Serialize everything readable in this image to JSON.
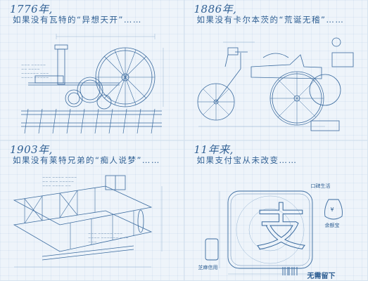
{
  "panels": [
    {
      "year": "1776年,",
      "caption": "如果没有瓦特的“异想天开”……"
    },
    {
      "year": "1886年,",
      "caption": "如果没有卡尔本茨的“荒诞无稽”……"
    },
    {
      "year": "1903年,",
      "caption": "如果没有莱特兄弟的“痴人说梦”……"
    },
    {
      "year": "11年来,",
      "caption": "如果支付宝从未改变……"
    }
  ],
  "alipay": {
    "logo_char": "支",
    "labels": {
      "yuebao": "余额宝",
      "coin": "¥",
      "kb": "口碑生活",
      "card": "芝麻信用",
      "slogan": "无需留下"
    }
  },
  "colors": {
    "ink": "#2f5f93",
    "paper": "#eef4fa",
    "faint": "#6d8fb3"
  },
  "icons": [
    "steam-engine-sketch",
    "motorwagen-sketch",
    "flyer-sketch",
    "alipay-logo-sketch"
  ]
}
